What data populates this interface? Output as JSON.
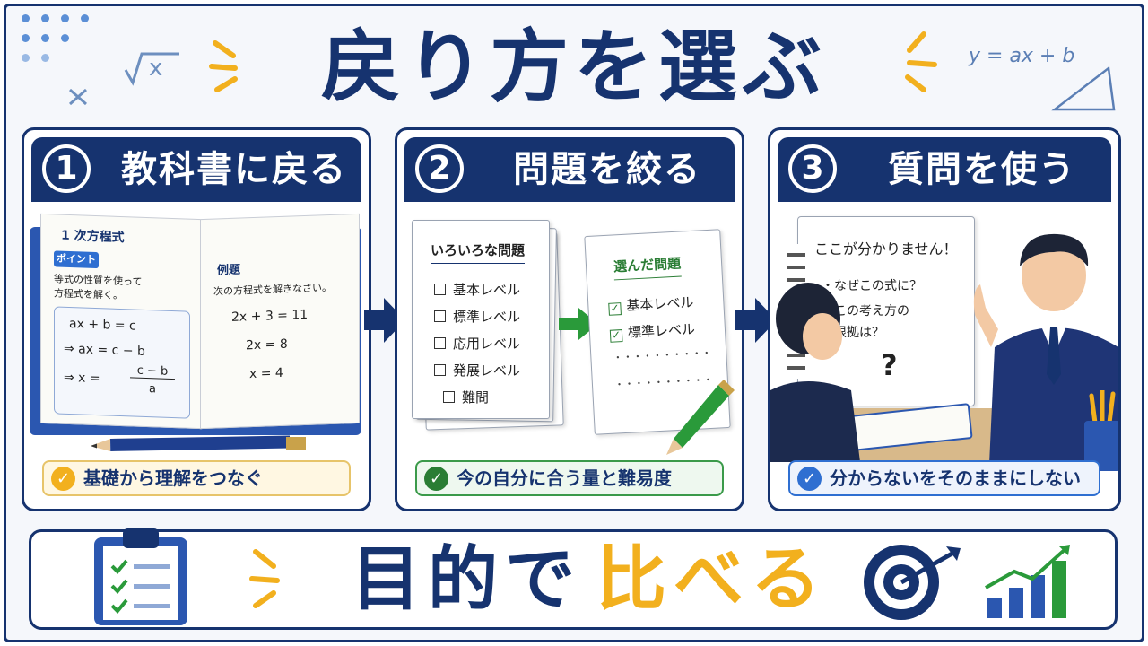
{
  "title": "戻り方を選ぶ",
  "deco": {
    "formula": "y = ax + b"
  },
  "steps": [
    {
      "number": "1",
      "label": "教科書に戻る",
      "footer": "基礎から理解をつなぐ",
      "book": {
        "left_heading": "1 次方程式",
        "point_badge": "ポイント",
        "point_text": "等式の性質を使って\n方程式を解く。",
        "eq1": "ax + b = c",
        "eq2": "⇒  ax = c − b",
        "eq3_prefix": "⇒  x =",
        "eq3_num": "c − b",
        "eq3_den": "a",
        "right_heading": "例題",
        "right_text": "次の方程式を解きなさい。",
        "r1": "2x + 3 = 11",
        "r2": "2x = 8",
        "r3": "x = 4"
      }
    },
    {
      "number": "2",
      "label": "問題を絞る",
      "footer": "今の自分に合う量と難易度",
      "left_sheet": {
        "heading": "いろいろな問題",
        "items": [
          "基本レベル",
          "標準レベル",
          "応用レベル",
          "発展レベル",
          "難問"
        ]
      },
      "right_sheet": {
        "heading": "選んだ問題",
        "items": [
          "基本レベル",
          "標準レベル"
        ],
        "dots": "・・・・・・・・・・"
      }
    },
    {
      "number": "3",
      "label": "質問を使う",
      "footer": "分からないをそのままにしない",
      "note": {
        "heading": "ここが分かりません！",
        "line1": "・なぜこの式に？",
        "line2": "・この考え方の",
        "line3": "根拠は？",
        "q": "?"
      }
    }
  ],
  "bottom": {
    "part1": "目的で",
    "part2": "比べる"
  },
  "colors": {
    "navy": "#16336f",
    "yellow": "#f2b01e",
    "green": "#2a7d34",
    "blue": "#2f6fd1"
  }
}
